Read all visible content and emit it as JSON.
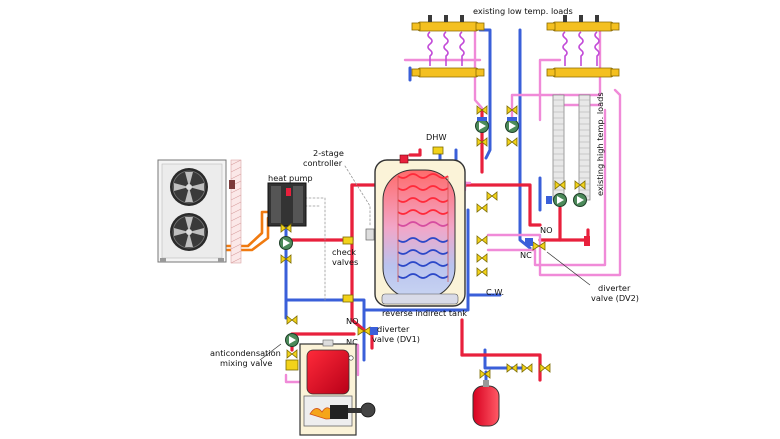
{
  "labels": {
    "existing_low_temp_loads": "existing low temp. loads",
    "existing_high_temp_loads": "existing high temp. loads",
    "dhw": "DHW",
    "two_stage_controller_line1": "2-stage",
    "two_stage_controller_line2": "controller",
    "heat_pump": "heat pump",
    "check_valves_line1": "check",
    "check_valves_line2": "valves",
    "reverse_indirect_tank": "reverse indirect tank",
    "cw": "C.W.",
    "no_dv2": "NO",
    "nc_dv2": "NC",
    "diverter_dv2_line1": "diverter",
    "diverter_dv2_line2": "valve (DV2)",
    "no_dv1": "NO",
    "nc_dv1": "NC",
    "diverter_dv1_line1": "diverter",
    "diverter_dv1_line2": "valve (DV1)",
    "anticondensation_line1": "anticondensation",
    "anticondensation_line2": "mixing valve"
  },
  "colors": {
    "hot_pipe": "#e8203c",
    "cool_pipe": "#3a5fd9",
    "pink_pipe": "#f08ad8",
    "orange_pipe": "#f07a10",
    "tank_shell": "#fbf3d8",
    "valve_yellow": "#f2d21a",
    "pump_green": "#4c8a5a",
    "manifold_yellow": "#f4c020",
    "boiler_red": "#e0102a",
    "flame_orange": "#f5a51a"
  },
  "icons": {
    "outdoor_unit": "heat-pump-outdoor-unit-icon",
    "fan": "fan-icon",
    "circulator": "circulator-pump-icon",
    "expansion_tank": "expansion-tank-icon",
    "boiler": "boiler-icon",
    "burner": "burner-icon",
    "manifold": "manifold-icon",
    "panel_radiator": "panel-radiator-icon"
  }
}
